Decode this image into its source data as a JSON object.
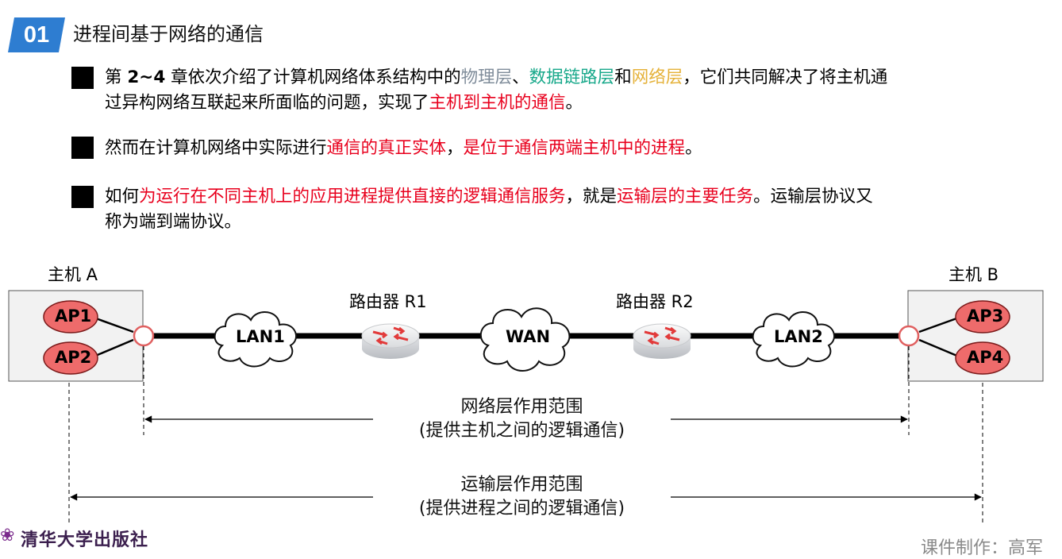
{
  "header": {
    "badge": "01",
    "title": "进程间基于网络的通信"
  },
  "bullets": [
    {
      "line1": [
        {
          "t": "第 ",
          "c": ""
        },
        {
          "t": "2~4",
          "c": "bold"
        },
        {
          "t": " 章依次介绍了计算机网络体系结构中的",
          "c": ""
        },
        {
          "t": "物理层",
          "c": "gray"
        },
        {
          "t": "、",
          "c": ""
        },
        {
          "t": "数据链路层",
          "c": "teal"
        },
        {
          "t": "和",
          "c": ""
        },
        {
          "t": "网络层",
          "c": "gold"
        },
        {
          "t": "，它们共同解决了将主机通",
          "c": ""
        }
      ],
      "line2": [
        {
          "t": "过异构网络互联起来所面临的问题，实现了",
          "c": ""
        },
        {
          "t": "主机到主机的通信",
          "c": "red"
        },
        {
          "t": "。",
          "c": ""
        }
      ]
    },
    {
      "line1": [
        {
          "t": "然而在计算机网络中实际进行",
          "c": ""
        },
        {
          "t": "通信的真正实体",
          "c": "red"
        },
        {
          "t": "，",
          "c": ""
        },
        {
          "t": "是位于通信两端主机中的进程",
          "c": "red"
        },
        {
          "t": "。",
          "c": ""
        }
      ],
      "line2": []
    },
    {
      "line1": [
        {
          "t": "如何",
          "c": ""
        },
        {
          "t": "为运行在不同主机上的应用进程提供直接的逻辑通信服务",
          "c": "red"
        },
        {
          "t": "，就是",
          "c": ""
        },
        {
          "t": "运输层的主要任务",
          "c": "red"
        },
        {
          "t": "。运输层协议又",
          "c": ""
        }
      ],
      "line2": [
        {
          "t": "称为端到端协议。",
          "c": ""
        }
      ]
    }
  ],
  "diagram": {
    "host_a": "主机 A",
    "host_b": "主机 B",
    "router1": "路由器 R1",
    "router2": "路由器 R2",
    "ap1": "AP1",
    "ap2": "AP2",
    "ap3": "AP3",
    "ap4": "AP4",
    "lan1": "LAN1",
    "wan": "WAN",
    "lan2": "LAN2",
    "network_scope_1": "网络层作用范围",
    "network_scope_2": "(提供主机之间的逻辑通信)",
    "transport_scope_1": "运输层作用范围",
    "transport_scope_2": "(提供进程之间的逻辑通信)"
  },
  "colors": {
    "accent_blue": "#2e7dd1",
    "process_red": "#ee6b6b",
    "router_red": "#e23a3a",
    "emphasis_red": "#e8001d",
    "gray": "#7f8c9a",
    "teal": "#17a88a",
    "gold": "#e5b23a"
  },
  "footer": {
    "publisher": "清华大学出版社",
    "author": "课件制作：高军"
  }
}
